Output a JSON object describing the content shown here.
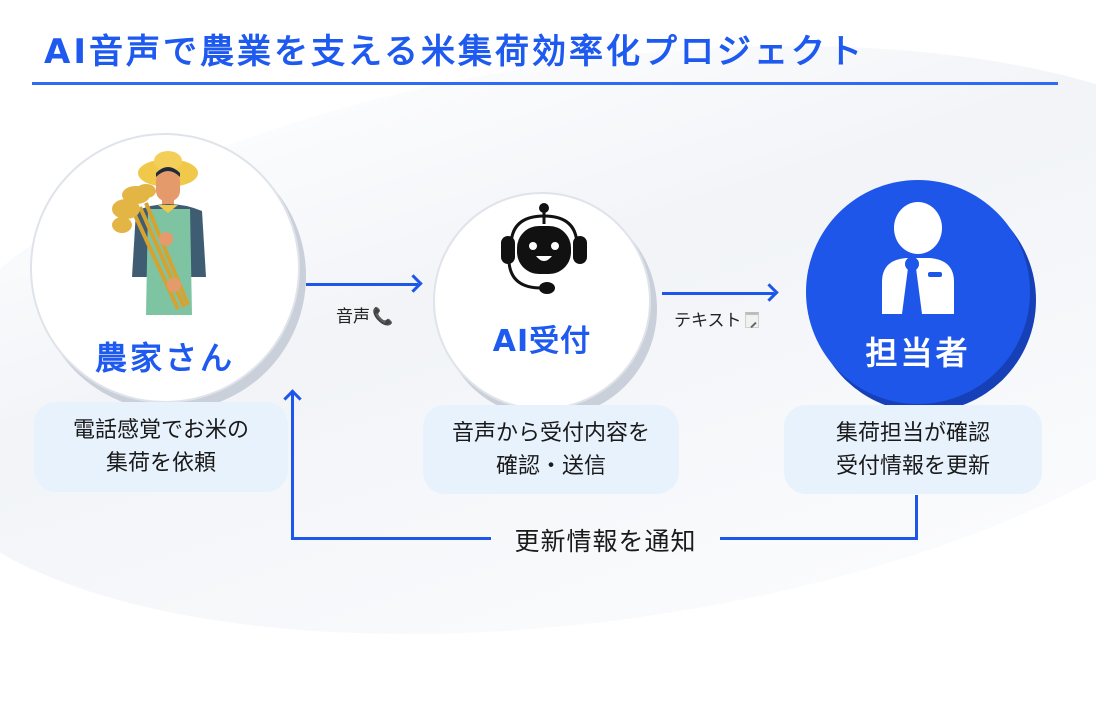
{
  "title": "AI音声で農業を支える米集荷効率化プロジェクト",
  "colors": {
    "accent": "#1e56ea",
    "box_bg": "#e8f2fd",
    "text": "#1a1a1a"
  },
  "nodes": [
    {
      "label": "農家さん",
      "icon": "farmer-icon",
      "description_lines": [
        "電話感覚でお米の",
        "集荷を依頼"
      ]
    },
    {
      "label": "AI受付",
      "icon": "robot-headset-icon",
      "description_lines": [
        "音声から受付内容を",
        "確認・送信"
      ]
    },
    {
      "label": "担当者",
      "icon": "staff-person-icon",
      "description_lines": [
        "集荷担当が確認",
        "受付情報を更新"
      ]
    }
  ],
  "arrows": [
    {
      "label": "音声",
      "icon": "phone-icon",
      "glyph": "📞"
    },
    {
      "label": "テキスト",
      "icon": "memo-icon"
    }
  ],
  "feedback": {
    "label": "更新情報を通知"
  }
}
